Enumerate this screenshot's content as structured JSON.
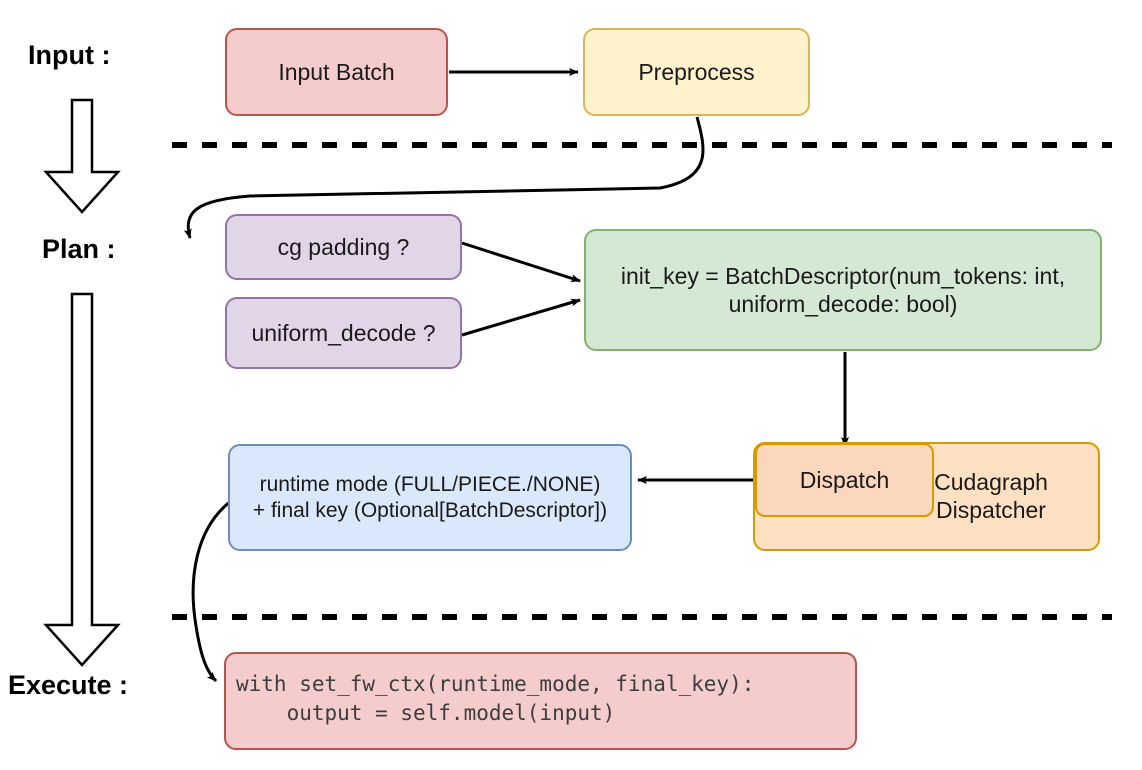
{
  "diagram": {
    "title": "vLLM cudagraph dispatch pipeline",
    "background": "#ffffff",
    "stages": [
      {
        "id": "input",
        "label": "Input :"
      },
      {
        "id": "plan",
        "label": "Plan :"
      },
      {
        "id": "execute",
        "label": "Execute :"
      }
    ],
    "nodes": {
      "input_batch": {
        "label": "Input Batch",
        "fill": "#f5cccc",
        "stroke": "#b85450"
      },
      "preprocess": {
        "label": "Preprocess",
        "fill": "#fff2cc",
        "stroke": "#d6b656"
      },
      "cg_padding": {
        "label": "cg padding ?",
        "fill": "#e1d5e7",
        "stroke": "#9673a6"
      },
      "uniform_decode": {
        "label": "uniform_decode ?",
        "fill": "#e1d5e7",
        "stroke": "#9673a6"
      },
      "init_key": {
        "line1": "init_key = BatchDescriptor(num_tokens: int,",
        "line2": "uniform_decode: bool)",
        "fill": "#d5e8d4",
        "stroke": "#82b366"
      },
      "dispatch": {
        "label": "Dispatch",
        "fill": "#fad7bd",
        "stroke": "#d79b00"
      },
      "cudagraph_dispatcher": {
        "line1": "Cudagraph",
        "line2": "Dispatcher",
        "fill": "#ffe0c2",
        "stroke": "#d79b00"
      },
      "runtime_mode": {
        "line1": "runtime mode (FULL/PIECE./NONE)",
        "line2": "+ final key (Optional[BatchDescriptor])",
        "fill": "#dae8fc",
        "stroke": "#6c8ebf"
      },
      "execute_code": {
        "line1": "with set_fw_ctx(runtime_mode, final_key):",
        "line2": "    output = self.model(input)",
        "fill": "#f5cccc",
        "stroke": "#b85450"
      }
    },
    "separators": [
      {
        "id": "input-plan-divider",
        "style": "dashed",
        "color": "#000000"
      },
      {
        "id": "plan-execute-divider",
        "style": "dashed",
        "color": "#000000"
      }
    ],
    "edges": [
      {
        "id": "input-batch-to-preprocess",
        "from": "input_batch",
        "to": "preprocess"
      },
      {
        "id": "preprocess-to-cg-padding",
        "from": "preprocess",
        "to": "cg_padding"
      },
      {
        "id": "cg-padding-to-init-key",
        "from": "cg_padding",
        "to": "init_key"
      },
      {
        "id": "uniform-decode-to-init-key",
        "from": "uniform_decode",
        "to": "init_key"
      },
      {
        "id": "init-key-to-dispatch",
        "from": "init_key",
        "to": "dispatch"
      },
      {
        "id": "dispatch-to-runtime-mode",
        "from": "dispatch",
        "to": "runtime_mode"
      },
      {
        "id": "runtime-mode-to-execute-code",
        "from": "runtime_mode",
        "to": "execute_code"
      }
    ],
    "flow_arrows": [
      {
        "id": "input-to-plan-block-arrow",
        "direction": "down"
      },
      {
        "id": "plan-to-execute-block-arrow",
        "direction": "down"
      }
    ]
  }
}
